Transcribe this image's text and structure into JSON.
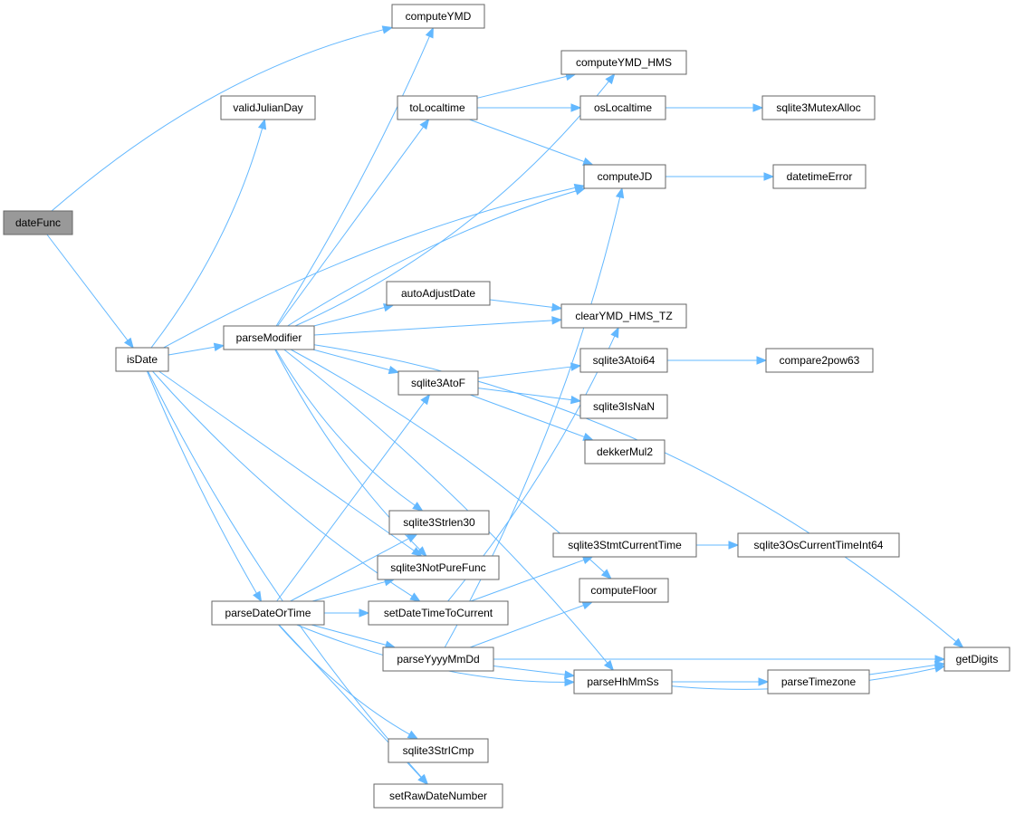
{
  "title": "",
  "colors": {
    "edge": "#63b8ff",
    "node_border": "#666666",
    "root_fill": "#999999",
    "node_fill": "#ffffff"
  },
  "nodes": {
    "dateFunc": "dateFunc",
    "computeYMD": "computeYMD",
    "validJulianDay": "validJulianDay",
    "toLocaltime": "toLocaltime",
    "computeYMD_HMS": "computeYMD_HMS",
    "osLocaltime": "osLocaltime",
    "sqlite3MutexAlloc": "sqlite3MutexAlloc",
    "computeJD": "computeJD",
    "datetimeError": "datetimeError",
    "autoAdjustDate": "autoAdjustDate",
    "clearYMD_HMS_TZ": "clearYMD_HMS_TZ",
    "isDate": "isDate",
    "parseModifier": "parseModifier",
    "sqlite3AtoF": "sqlite3AtoF",
    "sqlite3Atoi64": "sqlite3Atoi64",
    "compare2pow63": "compare2pow63",
    "sqlite3IsNaN": "sqlite3IsNaN",
    "dekkerMul2": "dekkerMul2",
    "sqlite3Strlen30": "sqlite3Strlen30",
    "sqlite3StmtCurrentTime": "sqlite3StmtCurrentTime",
    "sqlite3OsCurrentTimeInt64": "sqlite3OsCurrentTimeInt64",
    "sqlite3NotPureFunc": "sqlite3NotPureFunc",
    "computeFloor": "computeFloor",
    "parseDateOrTime": "parseDateOrTime",
    "setDateTimeToCurrent": "setDateTimeToCurrent",
    "parseYyyyMmDd": "parseYyyyMmDd",
    "getDigits": "getDigits",
    "parseHhMmSs": "parseHhMmSs",
    "parseTimezone": "parseTimezone",
    "sqlite3StrICmp": "sqlite3StrICmp",
    "setRawDateNumber": "setRawDateNumber"
  },
  "edges": [
    [
      "dateFunc",
      "computeYMD"
    ],
    [
      "dateFunc",
      "isDate"
    ],
    [
      "isDate",
      "validJulianDay"
    ],
    [
      "isDate",
      "computeJD"
    ],
    [
      "isDate",
      "parseModifier"
    ],
    [
      "isDate",
      "sqlite3NotPureFunc"
    ],
    [
      "isDate",
      "setDateTimeToCurrent"
    ],
    [
      "isDate",
      "parseDateOrTime"
    ],
    [
      "isDate",
      "setRawDateNumber"
    ],
    [
      "parseModifier",
      "computeYMD"
    ],
    [
      "parseModifier",
      "computeYMD_HMS"
    ],
    [
      "parseModifier",
      "toLocaltime"
    ],
    [
      "parseModifier",
      "computeJD"
    ],
    [
      "parseModifier",
      "getDigits"
    ],
    [
      "parseModifier",
      "autoAdjustDate"
    ],
    [
      "parseModifier",
      "clearYMD_HMS_TZ"
    ],
    [
      "parseModifier",
      "sqlite3AtoF"
    ],
    [
      "parseModifier",
      "sqlite3Strlen30"
    ],
    [
      "parseModifier",
      "sqlite3NotPureFunc"
    ],
    [
      "parseModifier",
      "computeFloor"
    ],
    [
      "parseModifier",
      "parseHhMmSs"
    ],
    [
      "toLocaltime",
      "computeYMD_HMS"
    ],
    [
      "toLocaltime",
      "osLocaltime"
    ],
    [
      "toLocaltime",
      "computeJD"
    ],
    [
      "osLocaltime",
      "sqlite3MutexAlloc"
    ],
    [
      "computeJD",
      "datetimeError"
    ],
    [
      "autoAdjustDate",
      "clearYMD_HMS_TZ"
    ],
    [
      "sqlite3AtoF",
      "sqlite3Atoi64"
    ],
    [
      "sqlite3AtoF",
      "sqlite3IsNaN"
    ],
    [
      "sqlite3AtoF",
      "dekkerMul2"
    ],
    [
      "sqlite3Atoi64",
      "compare2pow63"
    ],
    [
      "sqlite3StmtCurrentTime",
      "sqlite3OsCurrentTimeInt64"
    ],
    [
      "parseDateOrTime",
      "sqlite3AtoF"
    ],
    [
      "parseDateOrTime",
      "sqlite3Strlen30"
    ],
    [
      "parseDateOrTime",
      "sqlite3NotPureFunc"
    ],
    [
      "parseDateOrTime",
      "setDateTimeToCurrent"
    ],
    [
      "parseDateOrTime",
      "parseYyyyMmDd"
    ],
    [
      "parseDateOrTime",
      "parseHhMmSs"
    ],
    [
      "parseDateOrTime",
      "sqlite3StrICmp"
    ],
    [
      "parseDateOrTime",
      "setRawDateNumber"
    ],
    [
      "setDateTimeToCurrent",
      "sqlite3StmtCurrentTime"
    ],
    [
      "setDateTimeToCurrent",
      "clearYMD_HMS_TZ"
    ],
    [
      "parseYyyyMmDd",
      "computeJD"
    ],
    [
      "parseYyyyMmDd",
      "computeFloor"
    ],
    [
      "parseYyyyMmDd",
      "getDigits"
    ],
    [
      "parseYyyyMmDd",
      "parseHhMmSs"
    ],
    [
      "parseHhMmSs",
      "parseTimezone"
    ],
    [
      "parseHhMmSs",
      "getDigits"
    ],
    [
      "parseTimezone",
      "getDigits"
    ]
  ]
}
